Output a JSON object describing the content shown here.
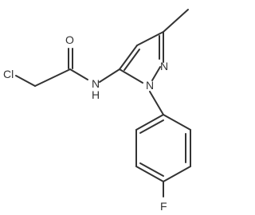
{
  "molecule": {
    "atoms": {
      "chlorine": "Cl",
      "oxygen": "O",
      "amide_nitrogen": "N",
      "amide_hydrogen": "H",
      "ring_nitrogen_1": "N",
      "ring_nitrogen_2": "N",
      "fluorine": "F"
    }
  },
  "colors": {
    "bond": "#333333",
    "text": "#333333",
    "background": "#ffffff"
  }
}
